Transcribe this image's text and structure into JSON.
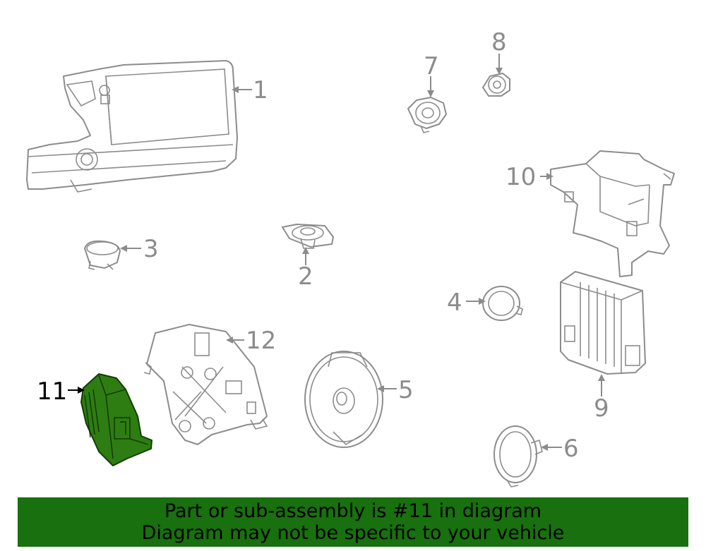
{
  "diagram": {
    "callouts": {
      "c1": "1",
      "c2": "2",
      "c3": "3",
      "c4": "4",
      "c5": "5",
      "c6": "6",
      "c7": "7",
      "c8": "8",
      "c9": "9",
      "c10": "10",
      "c11": "11",
      "c12": "12"
    },
    "highlighted_part": "11",
    "colors": {
      "line_gray": "#8c8c8c",
      "highlight_fill": "#2e7d12",
      "banner_background": "#18700e",
      "banner_text": "#000000"
    }
  },
  "banner": {
    "line1": "Part or sub-assembly is #11 in diagram",
    "line2": "Diagram may not be specific to your vehicle"
  }
}
